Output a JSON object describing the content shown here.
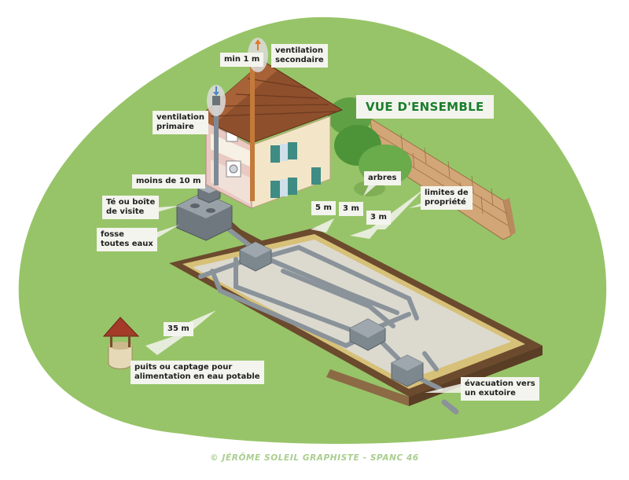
{
  "title": "VUE D'ENSEMBLE",
  "credit": "© JÉRÔME SOLEIL GRAPHISTE  - SPANC 46",
  "labels": {
    "min_1m": "min 1 m",
    "ventilation_secondaire": "ventilation\nsecondaire",
    "ventilation_primaire": "ventilation\nprimaire",
    "moins_10m": "moins de 10 m",
    "te_boite": "Té ou boîte\nde visite",
    "fosse": "fosse\ntoutes eaux",
    "arbres": "arbres",
    "limites": "limites de\npropriété",
    "dist_5m": "5 m",
    "dist_3m_a": "3 m",
    "dist_3m_b": "3 m",
    "dist_35m": "35 m",
    "puits": "puits ou captage pour\nalimentation en eau potable",
    "evacuation": "évacuation vers\nun exutoire"
  },
  "colors": {
    "lawn": "#97c468",
    "lawn_dark": "#7fae55",
    "title_green": "#1a7e2c",
    "label_bg": "#f4f4ee",
    "pipe": "#8a939a",
    "roof": "#8e4f2c",
    "wall": "#f3e6c8",
    "shutter": "#3e8c84",
    "gravel": "#dcd9cf",
    "sand": "#d7c178",
    "wall_stone": "#d3a678"
  },
  "icons": [
    "arrow-up-icon",
    "arrow-down-icon",
    "vent-cap-icon",
    "well-icon",
    "tree-icon"
  ]
}
